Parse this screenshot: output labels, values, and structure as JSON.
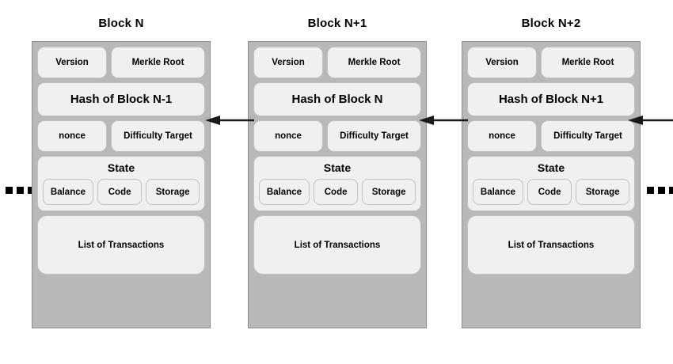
{
  "diagram": {
    "title": "Blockchain block structure chain",
    "colors": {
      "block_background": "#b8b8b8",
      "block_border": "#8d8d8d",
      "cell_background": "#f0f0f0",
      "cell_border": "#c2c2c2",
      "text": "#000000",
      "arrow": "#1a1a1a"
    },
    "ellipsis_left": [
      "dot",
      "dot",
      "dot"
    ],
    "ellipsis_right": [
      "dot",
      "dot",
      "dot"
    ],
    "labels": {
      "version": "Version",
      "merkle_root": "Merkle Root",
      "nonce": "nonce",
      "difficulty_target": "Difficulty Target",
      "state": "State",
      "balance": "Balance",
      "code": "Code",
      "storage": "Storage",
      "transactions": "List of Transactions"
    },
    "blocks": [
      {
        "title": "Block N",
        "version": "Version",
        "merkle_root": "Merkle Root",
        "prev_hash": "Hash of Block N-1",
        "nonce": "nonce",
        "difficulty_target": "Difficulty Target",
        "state_title": "State",
        "balance": "Balance",
        "code": "Code",
        "storage": "Storage",
        "transactions": "List of Transactions"
      },
      {
        "title": "Block N+1",
        "version": "Version",
        "merkle_root": "Merkle Root",
        "prev_hash": "Hash of Block N",
        "nonce": "nonce",
        "difficulty_target": "Difficulty Target",
        "state_title": "State",
        "balance": "Balance",
        "code": "Code",
        "storage": "Storage",
        "transactions": "List of Transactions"
      },
      {
        "title": "Block N+2",
        "version": "Version",
        "merkle_root": "Merkle Root",
        "prev_hash": "Hash of Block N+1",
        "nonce": "nonce",
        "difficulty_target": "Difficulty Target",
        "state_title": "State",
        "balance": "Balance",
        "code": "Code",
        "storage": "Storage",
        "transactions": "List of Transactions"
      }
    ],
    "arrows": [
      {
        "name": "arrow-block-n1-to-block-n",
        "direction": "left"
      },
      {
        "name": "arrow-block-n2-to-block-n1",
        "direction": "left"
      },
      {
        "name": "arrow-incoming-to-block-n2",
        "direction": "left"
      }
    ]
  }
}
